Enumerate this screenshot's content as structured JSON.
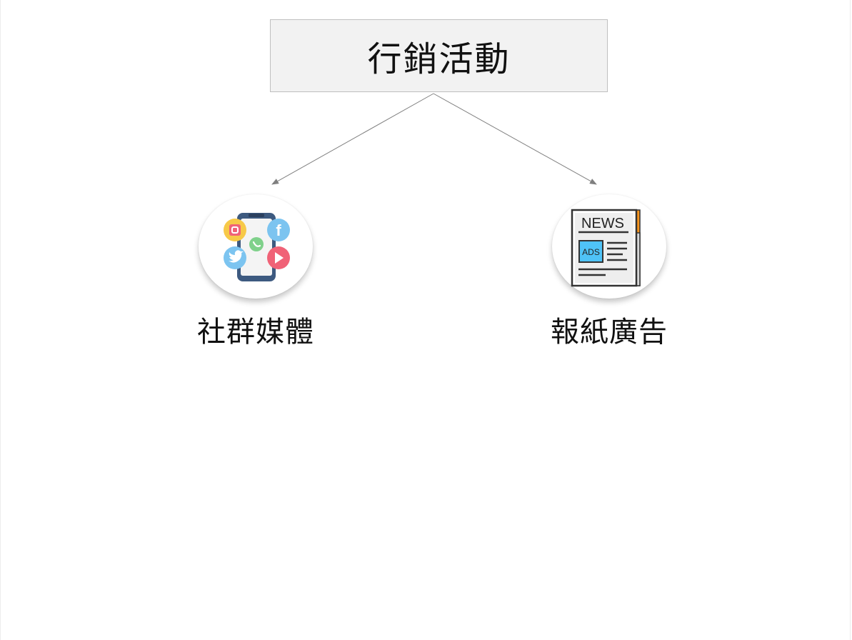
{
  "root": {
    "label": "行銷活動"
  },
  "children": [
    {
      "label": "社群媒體",
      "icon": "social-media-phone-icon"
    },
    {
      "label": "報紙廣告",
      "icon": "newspaper-ads-icon"
    }
  ],
  "newspaper_icon": {
    "masthead": "NEWS",
    "ad_text": "ADS"
  },
  "colors": {
    "root_fill": "#f2f2f2",
    "root_border": "#bfbfbf",
    "connector": "#7f7f7f",
    "newspaper_accent": "#f7941d",
    "ads_box": "#4fc3f7"
  }
}
